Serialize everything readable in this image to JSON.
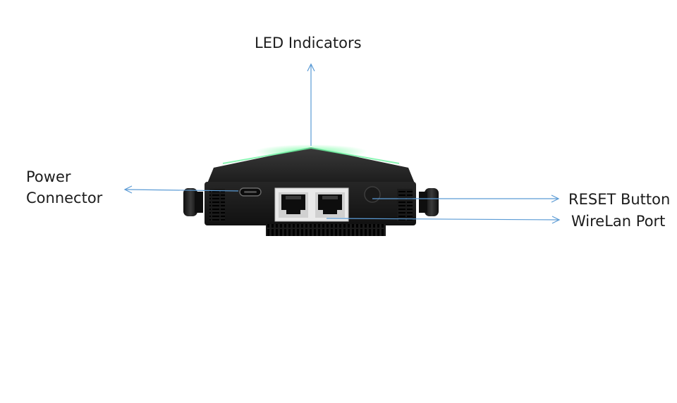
{
  "labels": {
    "led_indicators": "LED Indicators",
    "power_connector_line1": "Power",
    "power_connector_line2": "Connector",
    "reset_button": "RESET Button",
    "wirelan_port": "WireLan Port"
  },
  "colors": {
    "arrow": "#5b9bd5",
    "device_body": "#1e1e1e",
    "device_top": "#2a2a2a",
    "led_glow": "#6cf29a",
    "port_frame": "#e8e8e8"
  },
  "icons": {
    "power": "usb-c-port-icon",
    "ethernet": "rj45-port-icon",
    "reset": "reset-button-icon",
    "antenna": "antenna-icon"
  }
}
